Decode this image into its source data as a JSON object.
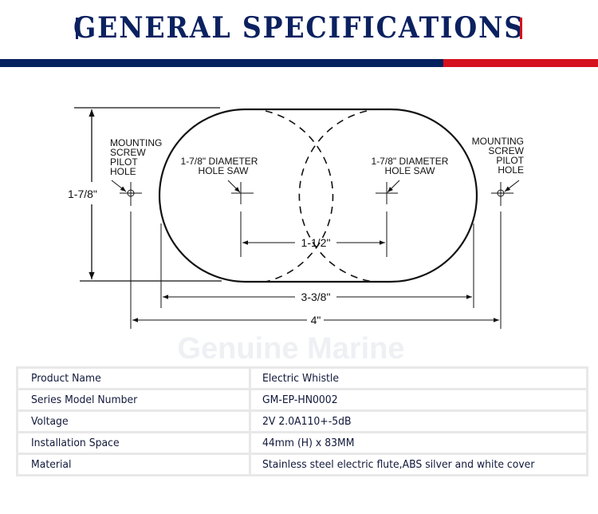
{
  "header": {
    "title": "GENERAL SPECIFICATIONS",
    "colors": {
      "navy": "#03205f",
      "red": "#d5111d"
    }
  },
  "diagram": {
    "height_dim": "1-7/8\"",
    "mounting_left": [
      "MOUNTING",
      "SCREW",
      "PILOT",
      "HOLE"
    ],
    "mounting_right": [
      "MOUNTING",
      "SCREW",
      "PILOT",
      "HOLE"
    ],
    "hole_saw_left": [
      "1-7/8\" DIAMETER",
      "HOLE SAW"
    ],
    "hole_saw_right": [
      "1-7/8\" DIAMETER",
      "HOLE SAW"
    ],
    "center_dim": "1-1/2\"",
    "cutout_width_dim": "3-3/8\"",
    "overall_width_dim": "4\"",
    "watermark": "Genuine Marine"
  },
  "specs": [
    {
      "label": "Product Name",
      "value": "Electric Whistle"
    },
    {
      "label": "Series Model Number",
      "value": "GM-EP-HN0002"
    },
    {
      "label": "Voltage",
      "value": "2V 2.0A110+-5dB"
    },
    {
      "label": "Installation Space",
      "value": "44mm (H) x 83MM"
    },
    {
      "label": "Material",
      "value": "Stainless steel electric flute,ABS silver and white cover"
    }
  ]
}
